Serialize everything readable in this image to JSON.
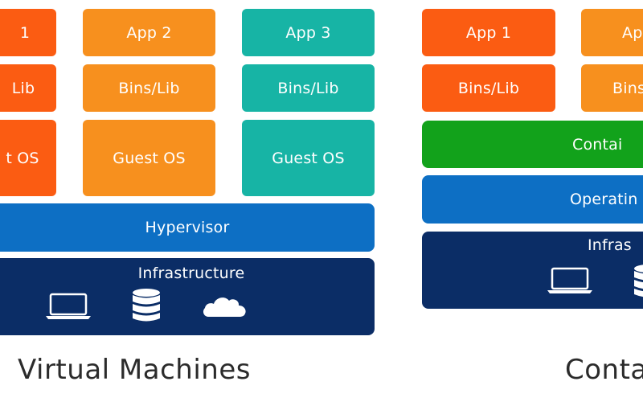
{
  "vm": {
    "app1": "1",
    "lib1": "Lib",
    "os1": "t OS",
    "app2": "App 2",
    "lib2": "Bins/Lib",
    "os2": "Guest OS",
    "app3": "App 3",
    "lib3": "Bins/Lib",
    "os3": "Guest OS",
    "hypervisor": "Hypervisor",
    "infrastructure": "Infrastructure",
    "caption": "Virtual Machines",
    "icons": [
      "laptop-icon",
      "database-icon",
      "cloud-icon"
    ]
  },
  "ct": {
    "app1": "App 1",
    "lib1": "Bins/Lib",
    "app2": "Ap",
    "lib2": "Bins",
    "engine": "Contai",
    "os": "Operatin",
    "infrastructure": "Infras",
    "caption": "Conta",
    "icons": [
      "laptop-icon",
      "database-icon"
    ]
  },
  "colors": {
    "app_orange_red": "#fb5c12",
    "app_orange": "#f7901e",
    "app_teal": "#17b4a5",
    "hypervisor_blue": "#0d6fc4",
    "infrastructure_navy": "#0b2d66",
    "container_green": "#12a21b"
  }
}
